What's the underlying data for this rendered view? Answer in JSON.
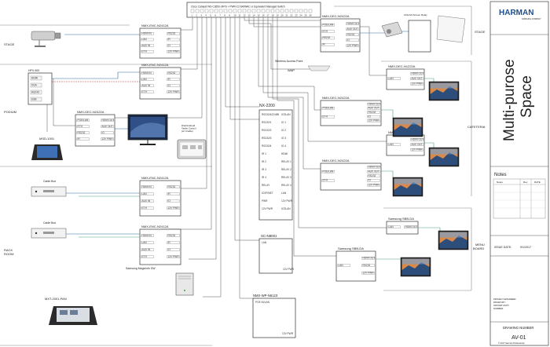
{
  "switch": {
    "title": "Cisco Catalyst WS-C3650-24PS + PWR-C2-640WAC or Equivalent Managed Switch",
    "ports": [
      "1",
      "2",
      "3",
      "4",
      "5",
      "6",
      "7",
      "8",
      "9",
      "10",
      "11",
      "12",
      "13",
      "14",
      "15",
      "16",
      "17",
      "18",
      "19",
      "20",
      "21",
      "22",
      "23",
      "24",
      "25",
      "26"
    ]
  },
  "zones": {
    "stage_left": "STAGE",
    "podium": "PODIUM",
    "rack_room": "RACK\nROOM",
    "stage_right": "STAGE",
    "cafeteria": "CAFETERIA",
    "menu_board": "MENU\nBOARD"
  },
  "devices": {
    "enc1": {
      "title": "NMX-ENC-N2412A",
      "left": [
        "HDMI IN",
        "LAN",
        "AUX IN",
        "ETH"
      ],
      "right": [
        "RS232",
        "IR",
        "IO",
        "12V PWR"
      ]
    },
    "enc2": {
      "title": "NMX-ENC-N2412A",
      "left": [
        "HDMI IN",
        "LAN",
        "AUX IN",
        "ETH"
      ],
      "right": [
        "RS232",
        "IR",
        "IO",
        "12V PWR"
      ]
    },
    "enc3": {
      "title": "NMX-ENC-N2412A",
      "left": [
        "HDMI IN",
        "LAN",
        "AUX IN",
        "ETH"
      ],
      "right": [
        "RS232",
        "IR",
        "IO",
        "12V PWR"
      ]
    },
    "enc4": {
      "title": "NMX-ENC-N2412A",
      "left": [
        "HDMI IN",
        "LAN",
        "AUX IN",
        "ETH"
      ],
      "right": [
        "RS232",
        "IR",
        "IO",
        "12V PWR"
      ]
    },
    "hpx": {
      "title": "HPX-900",
      "left": [
        "HDMI",
        "VGA",
        "AUDIO",
        "USB"
      ]
    },
    "decp": {
      "title": "NMX-DEC-N2422A",
      "left": [
        "POE/LAN",
        "ETH",
        "RS232",
        "IR"
      ],
      "right": [
        "HDMI OUT",
        "AUX OUT",
        "IO",
        "12V PWR"
      ]
    },
    "dec_stage": {
      "title": "NMX-DEC-N2422A",
      "left": [
        "POE/LAN",
        "ETH",
        "RS232",
        "IR"
      ],
      "right": [
        "HDMI OUT",
        "AUX OUT",
        "RS232",
        "IO",
        "12V PWR"
      ]
    },
    "cafe1": {
      "title": "NMX-DEC-N1222A",
      "left": [
        "LAN"
      ],
      "right": [
        "HDMI OUT",
        "AUX OUT",
        "12V PWR"
      ]
    },
    "cafe2": {
      "title": "NMX-DEC-N2422A",
      "left": [
        "POE/LAN",
        "ETH"
      ],
      "right": [
        "HDMI OUT",
        "AUX OUT",
        "RS232",
        "IO",
        "12V PWR"
      ]
    },
    "cafe3": {
      "title": "NMX-DEC-N1222A",
      "left": [
        "LAN"
      ],
      "right": [
        "HDMI OUT",
        "AUX OUT",
        "12V PWR"
      ]
    },
    "cafe4": {
      "title": "NMX-DEC-N2422A",
      "left": [
        "POE/LAN",
        "ETH"
      ],
      "right": [
        "HDMI OUT",
        "AUX OUT",
        "RS232",
        "IO",
        "12V PWR"
      ]
    },
    "nx2200": {
      "title": "NX-2200",
      "left": [
        "RS232/422/485",
        "RS232/1",
        "RS232/2",
        "RS232/3",
        "RS232/4",
        "IR 1",
        "IR 2",
        "IR 3",
        "IR 4",
        "RELAY",
        "ICSP/NET",
        "PWR",
        "12V PWR"
      ],
      "right": [
        "ICSLAN",
        "IO 1",
        "IO 2",
        "IO 3",
        "IO 4",
        "HDMI",
        "RELAY 1",
        "RELAY 2",
        "RELAY 3",
        "RELAY 4",
        "LAN",
        "12V PWR",
        "ICSLAN"
      ]
    },
    "scn": {
      "title": "SC-N8001",
      "left": [
        "LAN"
      ],
      "right": [
        "12V PWR"
      ]
    },
    "nmxwp": {
      "title": "NMX-WP-N6123",
      "left": [
        "POE IN/LAN"
      ],
      "right": [
        "12V PWR"
      ]
    },
    "sbb1": {
      "title": "Samsung SBB-DA",
      "left": [
        "LAN"
      ],
      "right": [
        "HDMI OUT"
      ]
    },
    "sbb2": {
      "title": "Samsung SBB-DA",
      "left": [
        "LAN"
      ],
      "right": [
        "HDMI OUT",
        "RS232",
        "12V PWR"
      ]
    }
  },
  "labels": {
    "wap_title": "Wireless Access Point",
    "wap": "WAP",
    "msd": "MSD-1001",
    "cable_box_1": "Cable Box",
    "cable_box_2": "Cable Box",
    "magicinfo": "Samsung MagicInfo SW",
    "mxt": "MXT-2001-PAN",
    "ipad": "iPad/Android\nTablet Control\n(w/ Cradle)",
    "screen_relay": "ICSLAN Screen Relay"
  },
  "titleblock": {
    "logo": "HARMAN",
    "logo_sub": "SAMSUNG COMPANY",
    "project_title": "Multi-purose\nSpace",
    "notes_title": "Notes",
    "notes_cols": [
      "Notes",
      "Rev",
      "DATE"
    ],
    "issue_label": "ISSUE DATE:",
    "issue_date": "9/1/2017",
    "small_lines": [
      "PROJECT ENGINEER:",
      "DRAWN BY:",
      "OPPORTUNITY",
      "NUMBER:"
    ],
    "drawing_number_label": "DRAWING NUMBER",
    "drawing_number": "AV-01",
    "copyright": "© 2017 Harman Professional"
  },
  "colors": {
    "cable_blue": "#2b6ea8",
    "cable_teal": "#4a9b8a",
    "cable_red": "#b23a3a",
    "logo_blue": "#1f4e8c"
  }
}
